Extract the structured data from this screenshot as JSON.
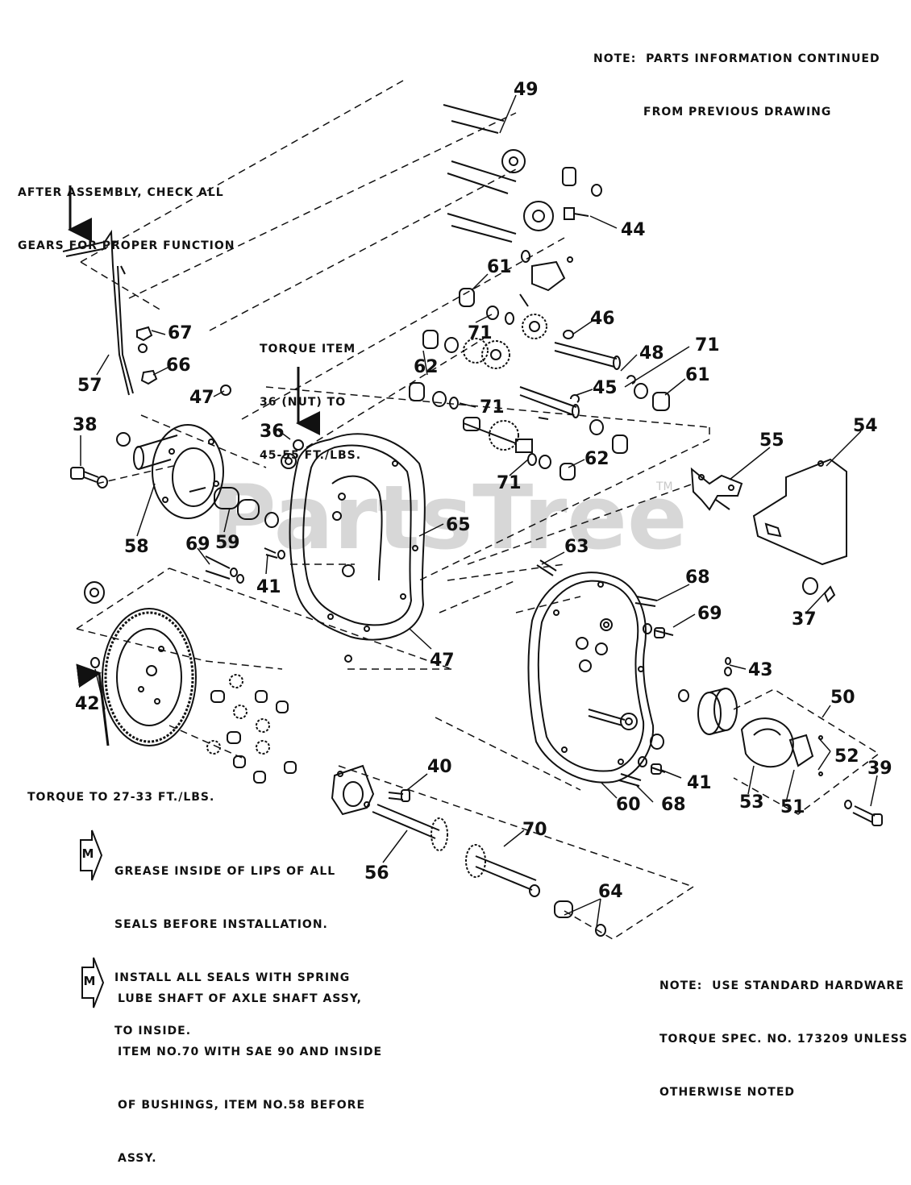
{
  "notes": {
    "top_line1": "NOTE:  PARTS INFORMATION CONTINUED",
    "top_line2": "FROM PREVIOUS DRAWING",
    "assembly_line1": "AFTER ASSEMBLY, CHECK ALL",
    "assembly_line2": "GEARS FOR PROPER FUNCTION",
    "torque_item_line1": "TORQUE ITEM",
    "torque_item_line2": "36 (NUT) TO",
    "torque_item_line3": "45-55 FT./LBS.",
    "torque_gear": "TORQUE TO 27-33 FT./LBS.",
    "grease_line1": "GREASE INSIDE OF LIPS OF ALL",
    "grease_line2": "SEALS BEFORE INSTALLATION.",
    "grease_line3": "INSTALL ALL SEALS WITH SPRING",
    "grease_line4": "TO INSIDE.",
    "lube_line1": "LUBE SHAFT OF AXLE SHAFT ASSY,",
    "lube_line2": "ITEM NO.70 WITH SAE 90 AND INSIDE",
    "lube_line3": "OF BUSHINGS, ITEM NO.58 BEFORE",
    "lube_line4": "ASSY.",
    "hardware_line1": "NOTE:  USE STANDARD HARDWARE",
    "hardware_line2": "TORQUE SPEC. NO. 173209 UNLESS",
    "hardware_line3": "OTHERWISE NOTED"
  },
  "marker_letter": "M",
  "watermark": "PartsTree",
  "watermark_tm": "TM",
  "callouts": [
    "49",
    "44",
    "61",
    "46",
    "48",
    "71",
    "71",
    "61",
    "45",
    "71",
    "62",
    "71",
    "62",
    "67",
    "66",
    "57",
    "47",
    "36",
    "38",
    "55",
    "54",
    "65",
    "58",
    "59",
    "69",
    "41",
    "63",
    "68",
    "69",
    "37",
    "47",
    "43",
    "42",
    "50",
    "52",
    "39",
    "40",
    "41",
    "68",
    "60",
    "53",
    "51",
    "56",
    "70",
    "64"
  ],
  "colors": {
    "ink": "#111111",
    "watermark": "#d7d7d7",
    "background": "#ffffff"
  }
}
